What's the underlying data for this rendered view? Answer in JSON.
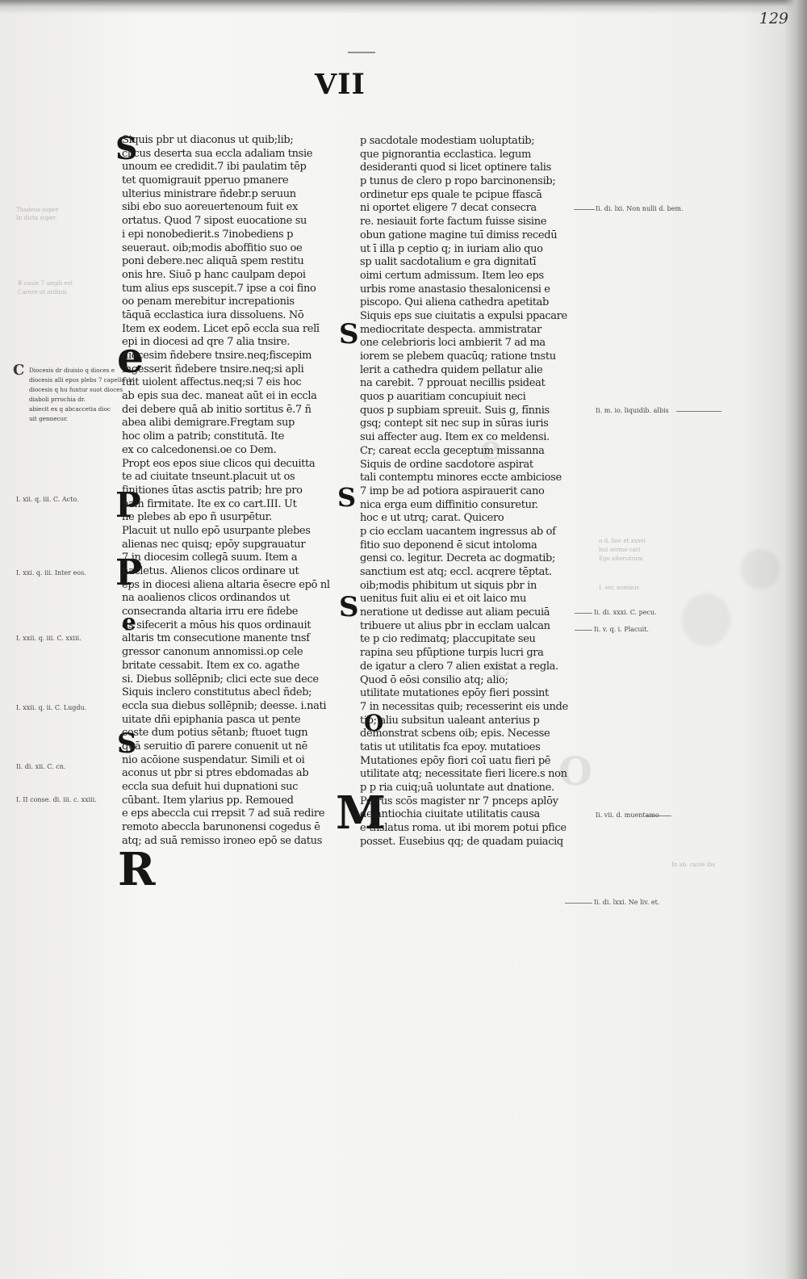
{
  "page": {
    "folio": "129",
    "heading": "VII"
  },
  "left_column": [
    "Siquis pbr ut diaconus ut quib;lib;",
    "clicus deserta sua eccla adaliam tnsie",
    "unoum ee credidit.7 ibi paulatim tēp",
    "tet quomigrauit pperuo pmanere",
    "ulterius ministrare ñdebr.p seruun",
    "sibi ebo suo aoreuertenoum fuit ex",
    "ortatus. Quod 7 sipost euocatione su",
    "i epi nonobedierit.s 7inobediens p",
    "seueraut. oib;modis aboffitio suo oe",
    "poni debere.nec aliquā spem restitu",
    "onis hre. Siuō p hanc caulpam depoi",
    "tum alius eps suscepit.7 ipse a coi fino",
    "oo penam merebitur increpationis",
    "tāquā ecclastica iura dissoluens. Nō",
    "Item ex eodem. Licet epō eccla sua relī",
    "epi in diocesi ad qre 7 alia tnsire.",
    "diocesim ñdebere tnsire.neq;fiscepim",
    "ingesserit ñdebere tnsire.neq;si apli",
    "fuit uiolent affectus.neq;si 7 eis hoc",
    "ab epis sua dec. maneat aūt ei in eccla",
    "dei debere quā ab initio sortitus ē.7 ñ",
    "abea alibi demigrare.Fregtam sup",
    "hoc olim a patrib; constitutā. Ite",
    "ex co calcedonensi.oe co Dem.",
    "Propt eos epos siue clicos qui decuitta",
    "te ad ciuitate tnseunt.placuit ut os",
    "finitiones ūtas asctis patrib; hre pro",
    "pam firmitate. Ite ex co cart.III. Ut",
    "ne plebes ab epo ñ usurpētur.",
    "Placuit ut nullo epō usurpante plebes",
    "alienas nec quisq; epōy supgrauatur",
    "7 in diocesim collegā suum. Item a",
    "nacletus. Alienos clicos ordinare ut",
    "eps in diocesi aliena altaria ēsecre epō nlic",
    "na aoalienos clicos ordinandos ut",
    "consecranda altaria irru ere ñdebe",
    "qs sifecerit a mōus his quos ordinauit",
    "altaris tm consecutione manente tnsf",
    "gressor canonum annomissi.op cele",
    "britate cessabit. Item ex co. agathe",
    "si. Diebus sollēpnib; clici ecte sue dece",
    "Siquis inclero constitutus abecl̄ ñdeb;",
    "eccla sua diebus sollēpnib; deesse. i.nati",
    "uitate dñi epiphania pasca ut pente",
    "coste dum potius sētanb; ftuoet tugn",
    "quā seruitio dī parere conuenit ut nē",
    "nio acōione suspendatur. Simili et oi",
    "aconus ut pbr si ptres ebdomadas ab",
    "eccla sua defuit hui dupnationi suc",
    "cūbant. Item ylarius pp. Remoued",
    "e eps abeccla cui rrepsit 7 ad suā redire",
    "remoto abeccla barunonensi cogedus ē",
    "atq; ad suā remisso ironeo epō se datus"
  ],
  "right_column": [
    "p sacdotale modestiam uoluptatib;",
    "que pignorantia ecclastica. legum",
    "desideranti quod si licet optinere talis",
    "p tunus de clero p ropo barcinonensib;",
    "ordinetur eps quale te pcipue ffascā",
    "ni oportet eligere 7 decat consecra",
    "re. nesiauit forte factum fuisse sisine",
    "obun gatione magine tuī dimiss recedū",
    "ut ī illa p ceptio q; in iuriam alio quo",
    "sp ualit sacdotalium e gra dignitatī",
    "oimi certum admissum. Item leo eps",
    "urbis rome anastasio thesalonicensi e",
    "piscopo. Qui aliena cathedra apetitab",
    "Siquis eps sue ciuitatis a expulsi ppacare",
    "mediocritate despecta. ammistratar",
    "one celebrioris loci ambierit 7 ad ma",
    "iorem se plebem quacūq; ratione tnstu",
    "lerit a cathedra quidem pellatur alie",
    "na carebit. 7 pprouat necillis psideat",
    "quos p auaritiam concupiuit neci",
    "quos p supbiam spreuit. Suis g, fīnnis",
    "gsq; contept sit nec sup in sūras iuris",
    "sui affecter aug. Item ex co meldensi.",
    "Cr; careat eccla geceptum missanna",
    "Siquis de ordine sacdotore aspirat",
    "tali contemptu minores eccte ambiciose",
    "7 imp be ad potiora aspirauerit cano",
    "nica erga eum diffinitio consuretur.",
    "hoc e ut utrq; carat. Quicero",
    "p cio ecclam uacantem ingressus ab of",
    "fitio suo deponend ē sicut intoloma",
    "gensi co. legitur. Decreta ac dogmatib;",
    "sanctium est atq; eccl. acqrere tēptat.",
    "oib;modis phibitum ut siquis pbr in",
    "uenitus fuit aliu ei et oit laico mu",
    "neratione ut dedisse aut aliam pecuiā",
    "tribuere ut alius pbr in ecclam ualcan",
    "te p cio redimatq; placcupitate seu",
    "rapina seu pfūptione turpis lucri gra",
    "de igatur a clero 7 alien existat a regla.",
    "Quod ō eōsi consilio atq; alio;",
    "utilitate mutationes epōy fieri possint",
    "7 in necessitas quib; recesserint eis unde",
    "tib; aliu subsitun ualeant anterius p",
    "demonstrat scbens oib; epis. Necesse",
    "tatis ut utilitatis fca epoy. mutatioes",
    "Mutationes epōy fiori coī uatu fieri pē",
    "utilitate atq; necessitate fieri licere.s non",
    "p p ria cuiq;uā uoluntate aut dnatione.",
    "Petrus scōs magister nr 7 pnceps aplōy",
    "de antiochia ciuitate utilitatis causa",
    "e tnslatus roma. ut ibi morem potui pfice",
    "posset. Eusebius qq; de quadam puiaciq"
  ],
  "left_gloss": [
    "Diocesis dr diuisio q dioces e",
    "diocesis alli epos plebs 7 capella dr",
    "diocesis q hu funtur suot dioces",
    "diaboli prrochia dr.",
    "abiecit ex q abcaccetia  dioc",
    "uit gennecur."
  ],
  "left_margin_refs": [
    "I. xii. q. iii. C. Acto.",
    "I. xxi. q. iii. Inter eos.",
    "I. xxii. q. iii. C. xxiii.",
    "I. xxii. q. ii. C. Lugdu.",
    "Ii. di. xii. C. cn.",
    "I. II conse. di. iii. c. xxiii."
  ],
  "right_margin_refs": [
    "Ii. di. lxi. Non nulli d. bem.",
    "Ii. m. io. liquidib. albis",
    "Ii. di. xxxi. C. pecu.",
    "Ii. v. q. i. Placuit.",
    "Ii. vii. d. muentamo",
    "Ii. di. lxxi. Ne liv. et."
  ],
  "faint_notes": [
    "Thadeus super",
    "In dicta super",
    "B cauie 7 ampli est",
    "Carere ut ordinis",
    "n d. hoc et xxxvi",
    "hui sermo cari",
    "Ego alterutrum",
    "I. ser. nominis",
    "In ab. cauie ibs"
  ],
  "colors": {
    "ink": "#1f1f1f",
    "page": "#f3f3f0",
    "margin_ink": "#444444"
  }
}
